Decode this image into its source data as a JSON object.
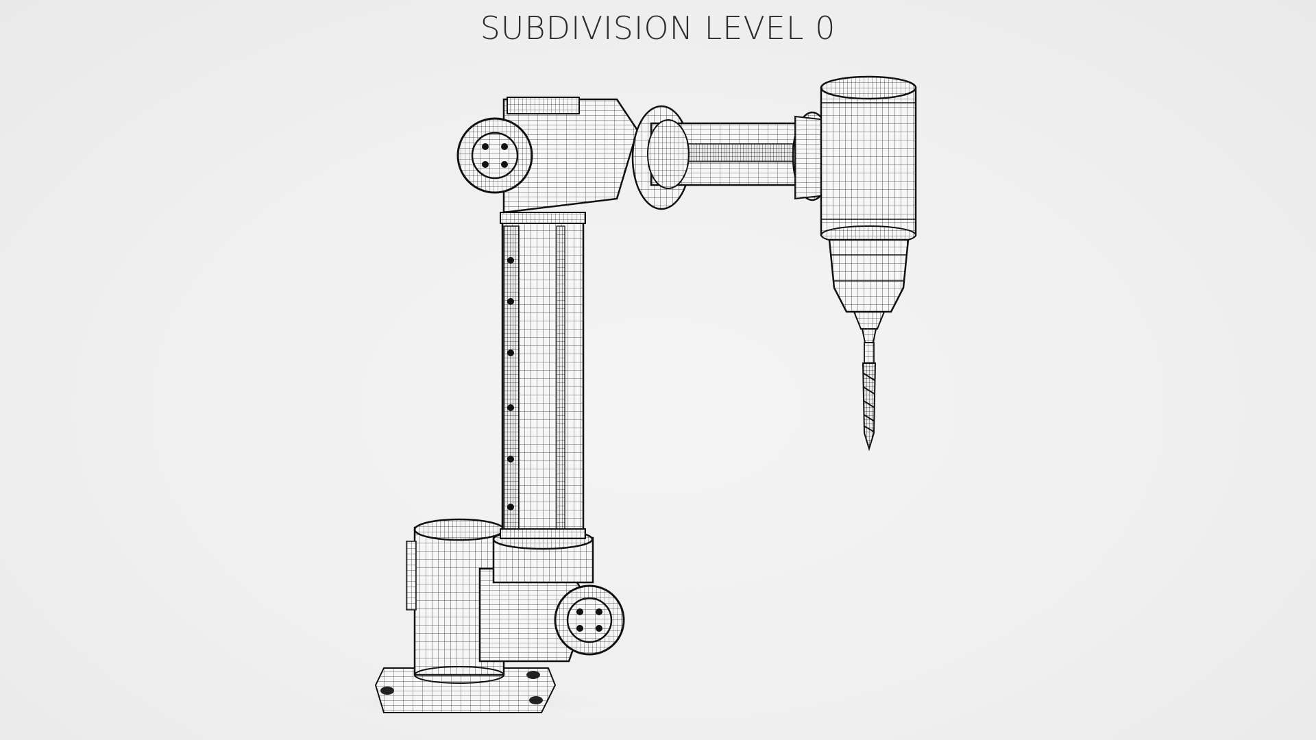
{
  "title": "SUBDIVISION LEVEL 0",
  "scene": {
    "subject": "robotic-arm-with-drill",
    "style": "wireframe",
    "colors": {
      "background": "#efefef",
      "line": "#1a1a1a",
      "fill": "#f7f7f7",
      "shadow": "#dcdcdc"
    }
  }
}
